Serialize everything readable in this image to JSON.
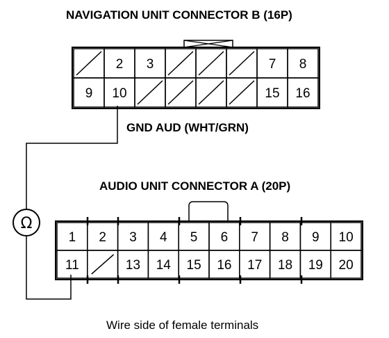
{
  "connector_b": {
    "title": "NAVIGATION UNIT CONNECTOR B (16P)",
    "row1": [
      "",
      "2",
      "3",
      "",
      "",
      "",
      "7",
      "8"
    ],
    "row2": [
      "9",
      "10",
      "",
      "",
      "",
      "",
      "15",
      "16"
    ]
  },
  "wire_label": "GND AUD (WHT/GRN)",
  "connector_a": {
    "title": "AUDIO UNIT CONNECTOR A (20P)",
    "row1": [
      "1",
      "2",
      "3",
      "4",
      "5",
      "6",
      "7",
      "8",
      "9",
      "10"
    ],
    "row2": [
      "11",
      "",
      "13",
      "14",
      "15",
      "16",
      "17",
      "18",
      "19",
      "20"
    ]
  },
  "meter_symbol": "Ω",
  "caption": "Wire side of female terminals"
}
